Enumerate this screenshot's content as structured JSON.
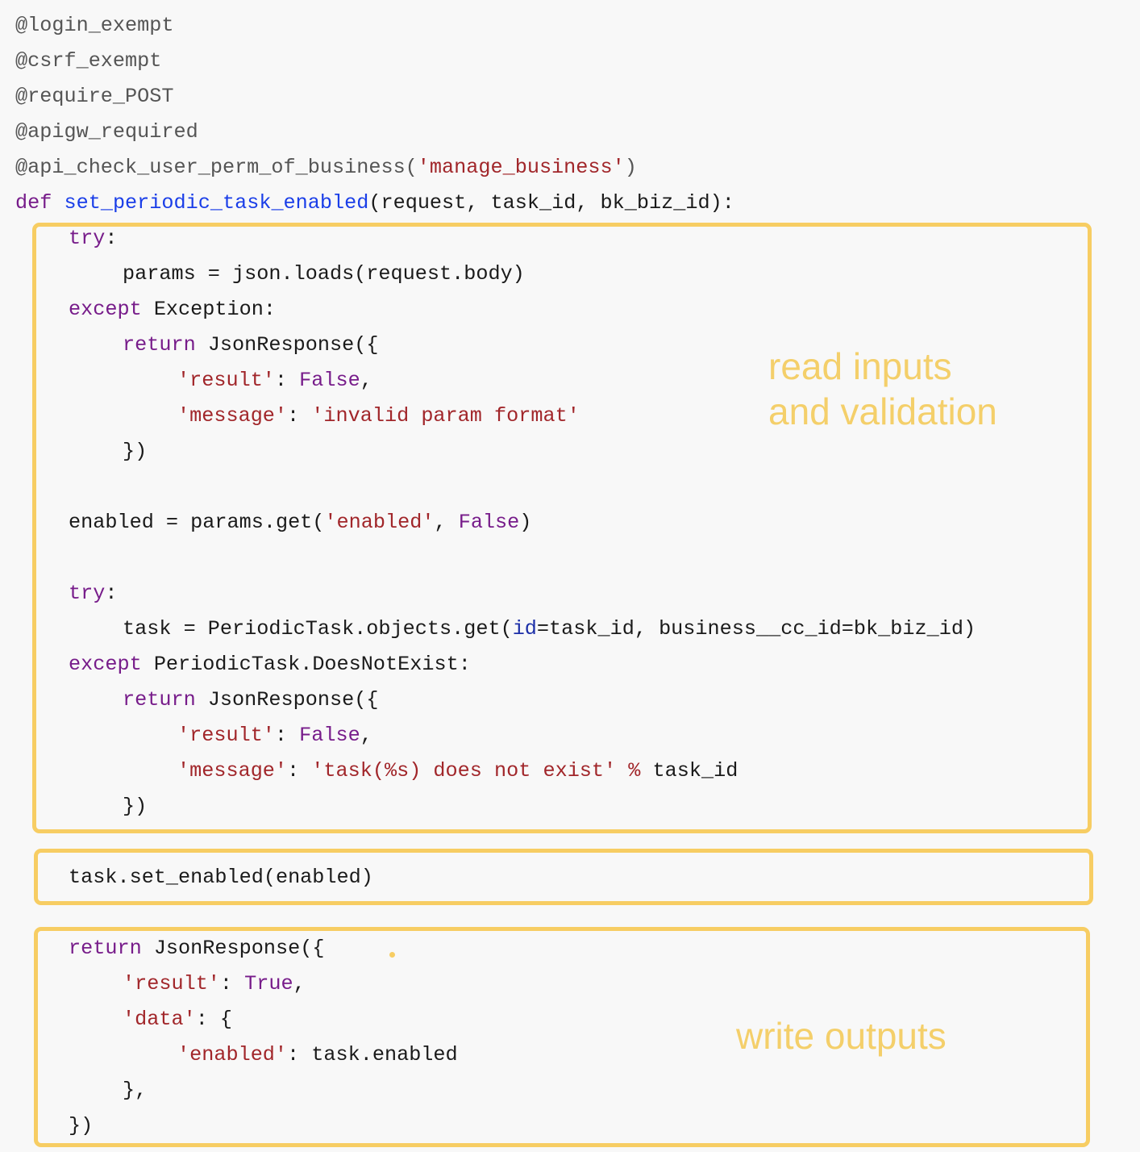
{
  "code": {
    "decorators": [
      "@login_exempt",
      "@csrf_exempt",
      "@require_POST",
      "@apigw_required"
    ],
    "perm_decorator": {
      "name": "@api_check_user_perm_of_business(",
      "arg": "'manage_business'",
      "close": ")"
    },
    "def": {
      "kw": "def",
      "name": "set_periodic_task_enabled",
      "sig": "(request, task_id, bk_biz_id):"
    },
    "try1": {
      "kw": "try",
      "colon": ":"
    },
    "params_line": "params = json.loads(request.body)",
    "except1": {
      "kw": "except",
      "rest": " Exception:"
    },
    "return1": {
      "kw": "return",
      "rest": " JsonResponse({"
    },
    "result_false_1": {
      "key": "'result'",
      "sep": ": ",
      "val": "False",
      "end": ","
    },
    "message_1": {
      "key": "'message'",
      "sep": ": ",
      "val": "'invalid param format'"
    },
    "close1": "})",
    "enabled_line": {
      "pre": "enabled = params.get(",
      "key": "'enabled'",
      "mid": ", ",
      "val": "False",
      "end": ")"
    },
    "try2": {
      "kw": "try",
      "colon": ":"
    },
    "task_line": {
      "pre": "task = PeriodicTask.objects.get(",
      "id": "id",
      "rest": "=task_id, business__cc_id=bk_biz_id)"
    },
    "except2": {
      "kw": "except",
      "rest": " PeriodicTask.DoesNotExist:"
    },
    "return2": {
      "kw": "return",
      "rest": " JsonResponse({"
    },
    "result_false_2": {
      "key": "'result'",
      "sep": ": ",
      "val": "False",
      "end": ","
    },
    "message_2": {
      "key": "'message'",
      "sep": ": ",
      "val": "'task(%s) does not exist'",
      "op": " % ",
      "rest": "task_id"
    },
    "close2": "})",
    "set_enabled_line": "task.set_enabled(enabled)",
    "return3": {
      "kw": "return",
      "rest": " JsonResponse({"
    },
    "result_true": {
      "key": "'result'",
      "sep": ": ",
      "val": "True",
      "end": ","
    },
    "data_line": {
      "key": "'data'",
      "rest": ": {"
    },
    "enabled_out": {
      "key": "'enabled'",
      "rest": ": task.enabled"
    },
    "close_data": "},",
    "close3": "})"
  },
  "annotations": {
    "read_line1": "read inputs",
    "read_line2": "and validation",
    "write": "write outputs"
  },
  "colors": {
    "box_border": "#f7cd63",
    "note_text": "#f4cf6a",
    "keyword": "#771c8a",
    "function_name": "#1a3ee8",
    "string": "#a1262a",
    "decorator": "#555555"
  }
}
